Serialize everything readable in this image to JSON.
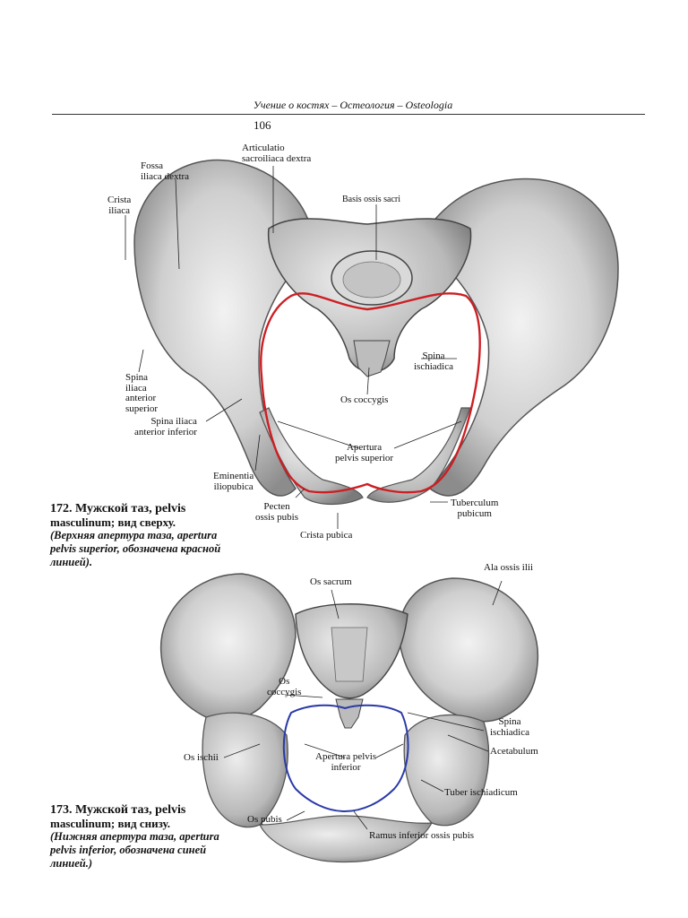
{
  "header": {
    "running_head": "Учение о костях – Остеология – Osteologia",
    "page_number": "106"
  },
  "figure_172_top": {
    "labels": {
      "fossa_iliaca": "Fossa\niliaca dextra",
      "articulatio": "Articulatio\nsacroiliaca dextra",
      "crista_iliaca": "Crista\niliaca",
      "basis_ossis_sacri": "Basis ossis sacri",
      "spina_ischiadica": "Spina\nischiadica",
      "os_coccygis": "Os coccygis",
      "spina_iliaca_anterior_superior": "Spina\niliaca\nanterior\nsuperior",
      "spina_iliaca_anterior_inferior": "Spina iliaca\nanterior inferior",
      "apertura_pelvis_superior": "Apertura\npelvis superior",
      "eminentia_iliopubica": "Eminentia\niliopubica",
      "pecten_ossis_pubis": "Pecten\nossis pubis",
      "tuberculum_pubicum": "Tuberculum\npubicum",
      "crista_pubica": "Crista pubica"
    },
    "caption": {
      "number": "172.",
      "title_ru": "Мужской таз, pelvis",
      "title_line2": "masculinum; вид сверху.",
      "note": "(Верхняя апертура таза, apertura\npelvis superior, обозначена красной\nлинией)."
    },
    "outline_color": "#cc1f24"
  },
  "figure_172_bottom": {
    "labels": {
      "ala_ossis_ilii": "Ala ossis ilii",
      "os_sacrum": "Os sacrum",
      "os_coccygis": "Os\ncoccygis",
      "spina_ischiadica": "Spina\nischiadica",
      "acetabulum": "Acetabulum",
      "os_ischii": "Os ischii",
      "apertura_pelvis_inferior": "Apertura pelvis\ninferior",
      "tuber_ischiadicum": "Tuber ischiadicum",
      "os_pubis": "Os pubis",
      "ramus_inferior": "Ramus inferior ossis pubis"
    },
    "caption": {
      "number": "173.",
      "title_ru": "Мужской таз, pelvis",
      "title_line2": "masculinum; вид снизу.",
      "note": "(Нижняя апертура таза, apertura\npelvis inferior, обозначена синей\nлинией.)"
    },
    "outline_color": "#2a3aa8"
  }
}
